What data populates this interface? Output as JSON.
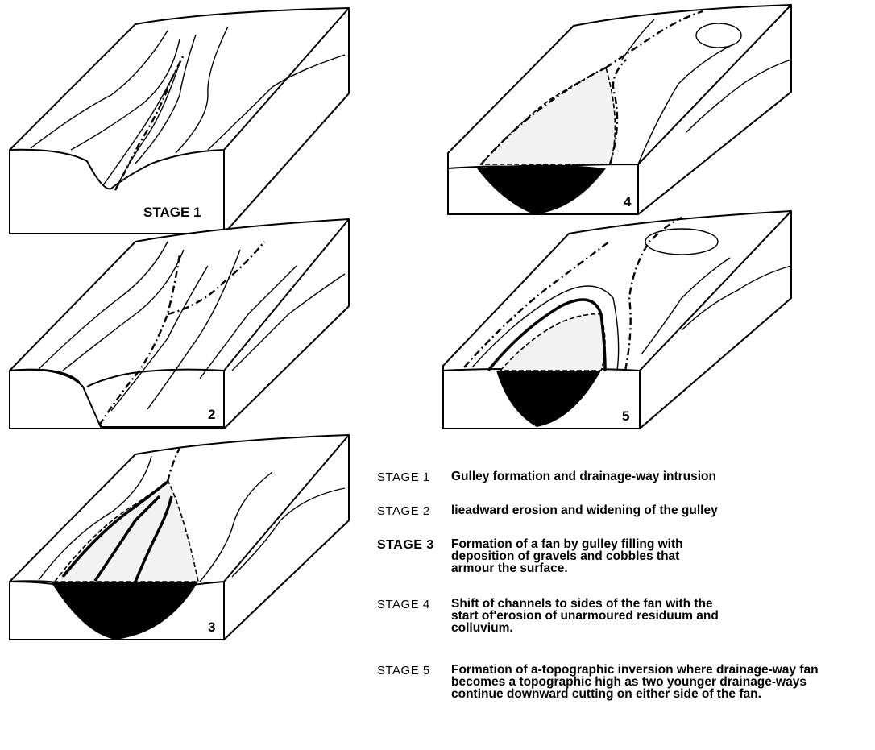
{
  "blocks": [
    {
      "label": "STAGE 1"
    },
    {
      "label": "2"
    },
    {
      "label": "3"
    },
    {
      "label": "4"
    },
    {
      "label": "5"
    }
  ],
  "legend": [
    {
      "key": "STAGE 1",
      "text": "Gulley formation and drainage-way intrusion"
    },
    {
      "key": "STAGE 2",
      "text": "lieadward erosion and widening of the gulley"
    },
    {
      "key": "STAGE 3",
      "text": "Formation of a fan by gulley filling with deposition of gravels and cobbles that armour the surface."
    },
    {
      "key": "STAGE 4",
      "text": "Shift of channels to sides of the fan with the start of'erosion of unarmoured residuum and colluvium."
    },
    {
      "key": "STAGE 5",
      "text": "Formation of a-topographic inversion where drainage-way fan becomes a topographic high as two younger drainage-ways continue downward cutting on either side of the fan."
    }
  ]
}
